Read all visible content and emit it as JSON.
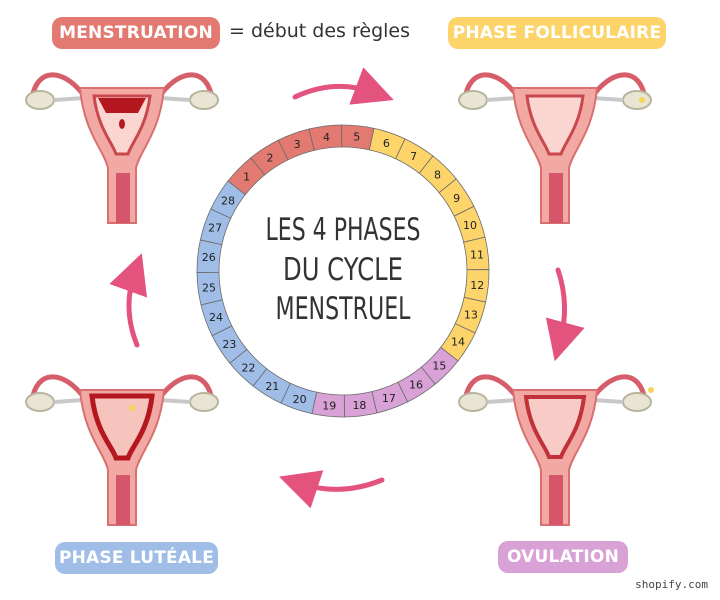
{
  "phases": {
    "menstruation": {
      "label": "MENSTRUATION",
      "color": "#e27a72",
      "days": [
        1,
        2,
        3,
        4,
        5
      ]
    },
    "follicular": {
      "label": "PHASE FOLLICULAIRE",
      "color": "#fcd46a",
      "days": [
        6,
        7,
        8,
        9,
        10,
        11,
        12,
        13,
        14
      ]
    },
    "ovulation": {
      "label": "OVULATION",
      "color": "#d9a2d6",
      "days": [
        15,
        16,
        17,
        18,
        19
      ]
    },
    "luteal": {
      "label": "PHASE LUTÉALE",
      "color": "#9fbde7",
      "days": [
        20,
        21,
        22,
        23,
        24,
        25,
        26,
        27,
        28
      ]
    }
  },
  "note": "= début des règles",
  "center_title": [
    "LES 4 PHASES",
    "DU CYCLE",
    "MENSTRUEL"
  ],
  "cycle_days": 28,
  "arrow_color": "#e4527e",
  "credit": "shopify.com"
}
